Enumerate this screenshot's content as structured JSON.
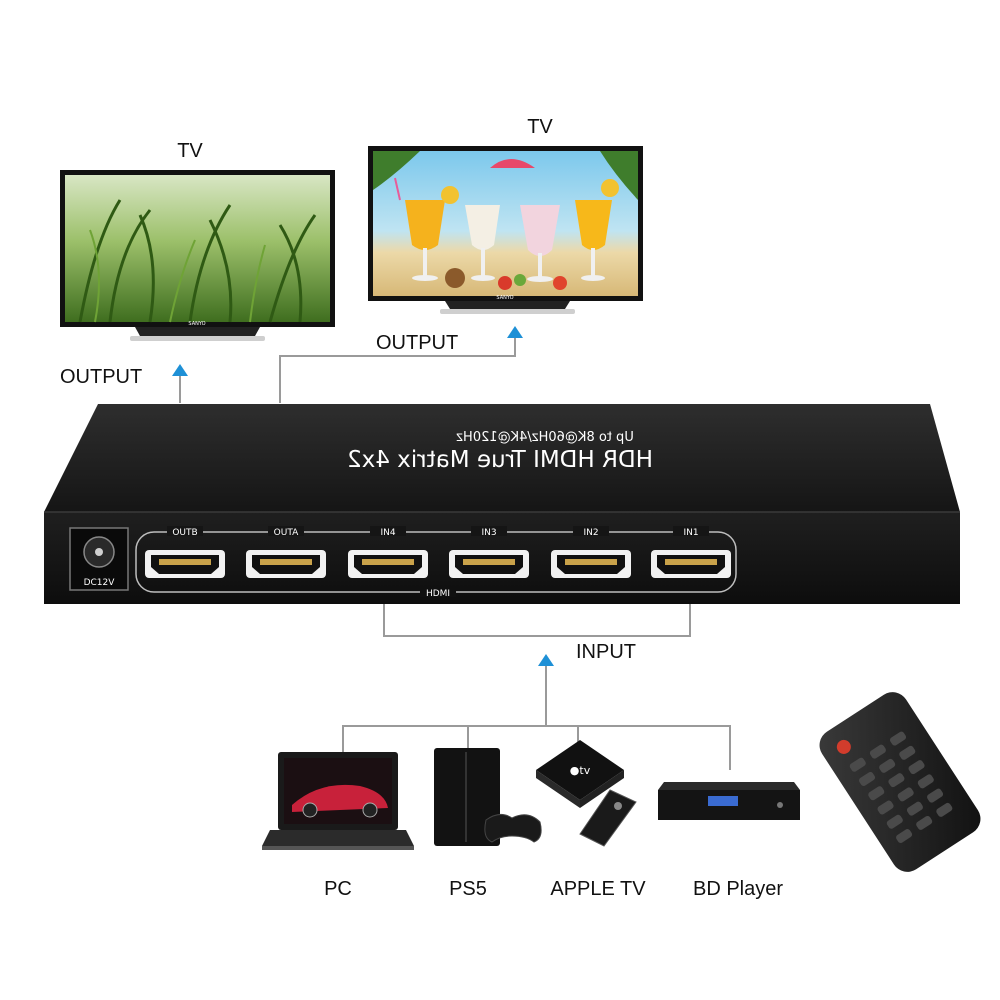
{
  "labels": {
    "tv_left": "TV",
    "tv_right": "TV",
    "output_left": "OUTPUT",
    "output_right": "OUTPUT",
    "input": "INPUT"
  },
  "device": {
    "title": "HDR HDMI True Matrix 4x2",
    "subtitle": "Up to 8K@60Hz/4K@120Hz",
    "power_label": "DC12V",
    "hdmi_label": "HDMI",
    "ports": [
      "OUTB",
      "OUTA",
      "IN4",
      "IN3",
      "IN2",
      "IN1"
    ]
  },
  "sources": [
    "PC",
    "PS5",
    "APPLE TV",
    "BD Player"
  ],
  "tv_brand": "SANYO",
  "colors": {
    "arrow": "#1e90d6",
    "device_body": "#1b1b1b",
    "line": "#9a9a9a",
    "port_gold": "#c9a24a"
  }
}
